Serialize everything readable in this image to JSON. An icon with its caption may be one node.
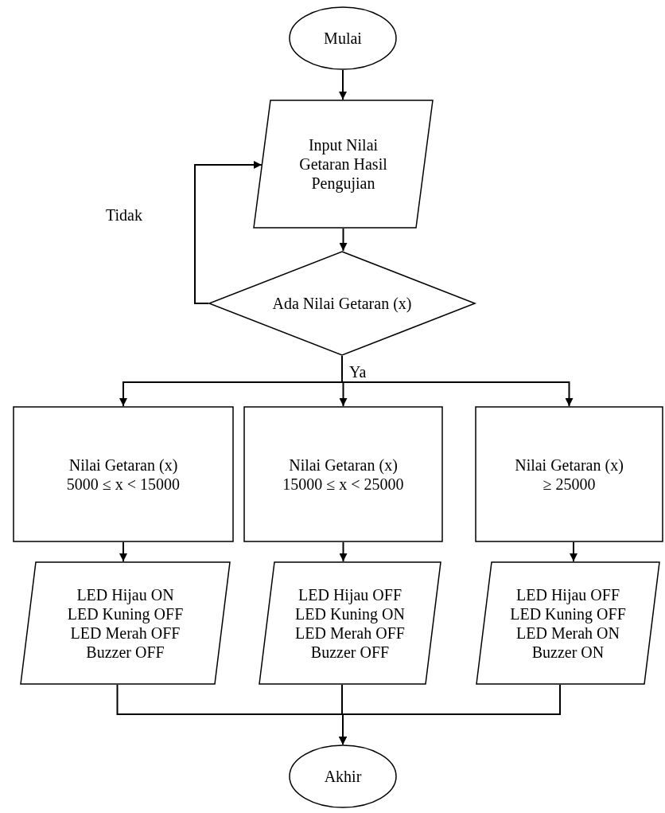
{
  "diagram": {
    "nodes": [
      {
        "text": [
          "Mulai"
        ]
      },
      {
        "text": [
          "Input Nilai Getaran Hasil Pengujian"
        ]
      },
      {
        "text": [
          "Ada Nilai Getaran (x)"
        ]
      },
      {
        "text": [
          "Nilai Getaran (x)",
          "5000 ≤ x < 15000"
        ]
      },
      {
        "text": [
          "Nilai Getaran (x)",
          "15000 ≤ x < 25000"
        ]
      },
      {
        "text": [
          "Nilai Getaran (x)",
          "≥ 25000"
        ]
      },
      {
        "text": [
          "LED Hijau ON",
          "LED Kuning OFF",
          "LED Merah OFF",
          "Buzzer OFF"
        ]
      },
      {
        "text": [
          "LED Hijau OFF",
          "LED Kuning ON",
          "LED Merah OFF",
          "Buzzer OFF"
        ]
      },
      {
        "text": [
          "LED Hijau OFF",
          "LED Kuning OFF",
          "LED Merah ON",
          "Buzzer ON"
        ]
      },
      {
        "text": [
          "Akhir"
        ]
      }
    ],
    "edges": [
      {
        "from": 0,
        "to": 1,
        "arrow": "to"
      },
      {
        "from": 1,
        "to": 2,
        "arrow": "to"
      },
      {
        "from": 2,
        "to": 1,
        "arrow": "to",
        "label": "Tidak"
      },
      {
        "from": 2,
        "to": 3,
        "arrow": "to"
      },
      {
        "from": 2,
        "to": 4,
        "arrow": "to",
        "label": "Ya"
      },
      {
        "from": 2,
        "to": 5,
        "arrow": "to"
      },
      {
        "from": 3,
        "to": 6,
        "arrow": "to"
      },
      {
        "from": 4,
        "to": 7,
        "arrow": "to"
      },
      {
        "from": 5,
        "to": 8,
        "arrow": "to"
      },
      {
        "from": 6,
        "to": 9,
        "arrow": "to"
      },
      {
        "from": 7,
        "to": 9,
        "arrow": "to"
      },
      {
        "from": 8,
        "to": 9,
        "arrow": "to"
      }
    ]
  }
}
